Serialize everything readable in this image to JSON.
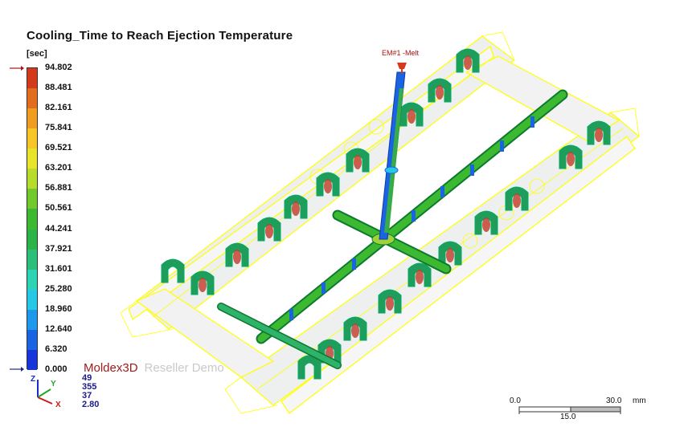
{
  "title": "Cooling_Time to Reach Ejection Temperature",
  "unit": "[sec]",
  "legend": {
    "ticks": [
      "94.802",
      "88.481",
      "82.161",
      "75.841",
      "69.521",
      "63.201",
      "56.881",
      "50.561",
      "44.241",
      "37.921",
      "31.601",
      "25.280",
      "18.960",
      "12.640",
      "6.320",
      "0.000"
    ],
    "colors": [
      "#d33a1c",
      "#e26d1e",
      "#ee9d21",
      "#f5c625",
      "#e6e52c",
      "#b7dc2e",
      "#72c92b",
      "#3cb930",
      "#2bb548",
      "#2bbf79",
      "#2ed3b3",
      "#26c8e5",
      "#1e98ea",
      "#1a63e3",
      "#1735db"
    ],
    "arrow_color": "#b01010"
  },
  "colors": {
    "mesh_outline": "#ffff00",
    "runner": "#3cb930",
    "sprue": "#1a63e3",
    "part_fill": "#eef0f0",
    "hot_spot": "#c0392b"
  },
  "gate_label": "EM#1 -Melt",
  "brand": {
    "name": "Moldex3D",
    "sub": "Reseller Demo"
  },
  "view_info": [
    "49",
    "355",
    "37",
    "2.80"
  ],
  "axes": {
    "x": "X",
    "y": "Y",
    "z": "Z"
  },
  "scale": {
    "left": "0.0",
    "mid": "15.0",
    "right": "30.0",
    "unit": "mm"
  }
}
